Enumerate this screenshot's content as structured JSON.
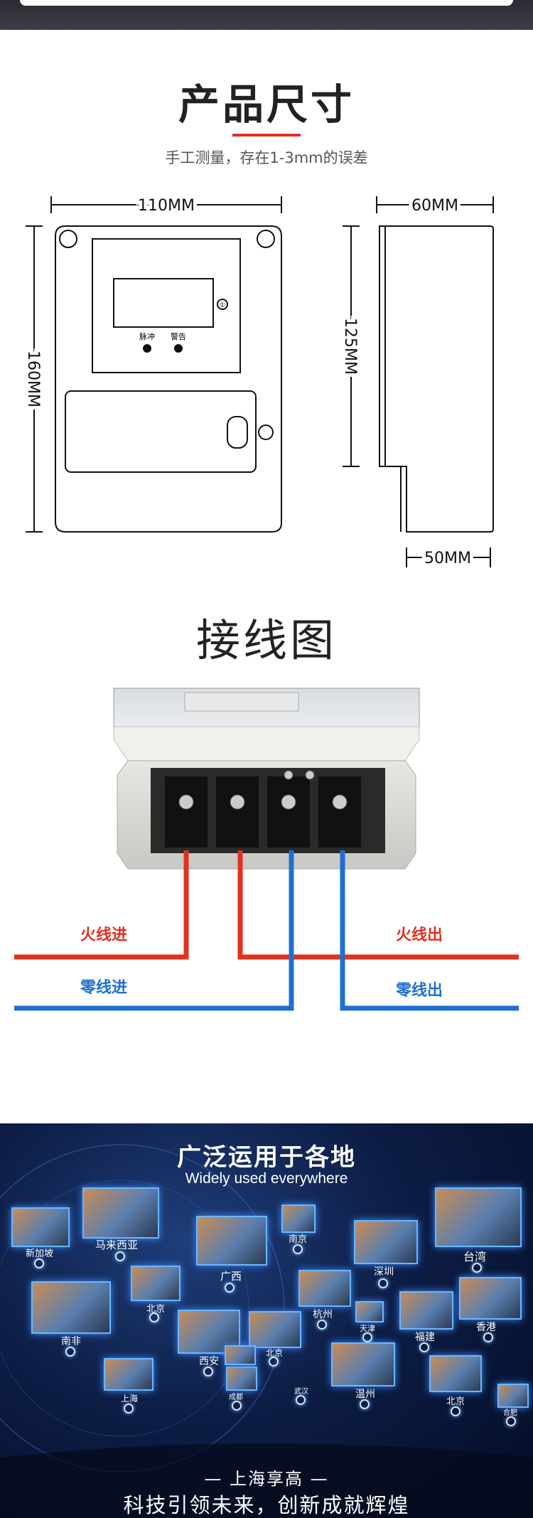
{
  "dimensions_section": {
    "title": "产品尺寸",
    "note": "手工测量，存在1-3mm的误差",
    "width_label": "110MM",
    "height_label": "160MM",
    "depth_top_label": "60MM",
    "side_height_label": "125MM",
    "depth_bottom_label": "50MM",
    "panel_labels": {
      "pulse": "脉冲",
      "alarm": "警告"
    }
  },
  "wiring_section": {
    "title": "接线图",
    "live_in": "火线进",
    "live_out": "火线出",
    "neutral_in": "零线进",
    "neutral_out": "零线出",
    "colors": {
      "live": "#e0321e",
      "neutral": "#1f6fd0"
    }
  },
  "coverage_section": {
    "title": "广泛运用于各地",
    "subtitle": "Widely used everywhere",
    "cities": [
      "新加坡",
      "马来西亚",
      "南京",
      "广西",
      "深圳",
      "台湾",
      "北京",
      "杭州",
      "天津",
      "福建",
      "香港",
      "南非",
      "西安",
      "北京",
      "成都",
      "武汉",
      "温州",
      "上海",
      "北京",
      "合肥"
    ],
    "brand_line": "— 上海享高 —",
    "slogan": "科技引领未来，创新成就辉煌"
  }
}
